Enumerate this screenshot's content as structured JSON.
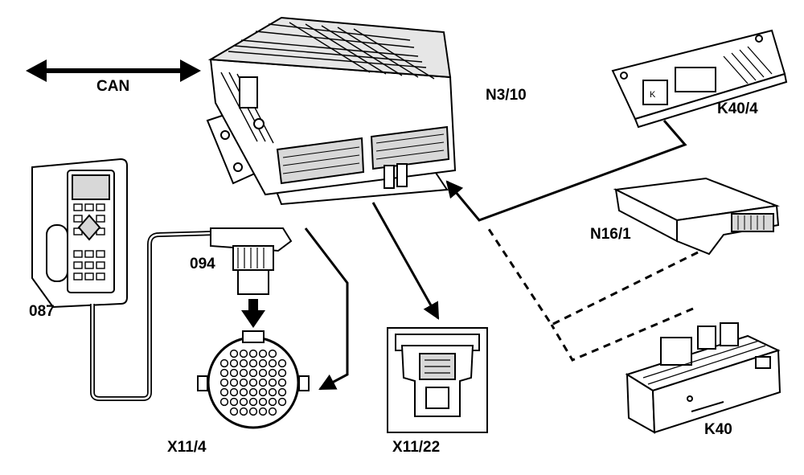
{
  "labels": {
    "can": "CAN",
    "n3_10": "N3/10",
    "k40_4": "K40/4",
    "n16_1": "N16/1",
    "k40": "K40",
    "tester": "087",
    "adapter": "094",
    "x11_4": "X11/4",
    "x11_22": "X11/22"
  },
  "component_text": {
    "relay_k_marking": "K"
  },
  "colors": {
    "ink": "#000000",
    "paper": "#ffffff",
    "shade": "#d8d8d8"
  }
}
